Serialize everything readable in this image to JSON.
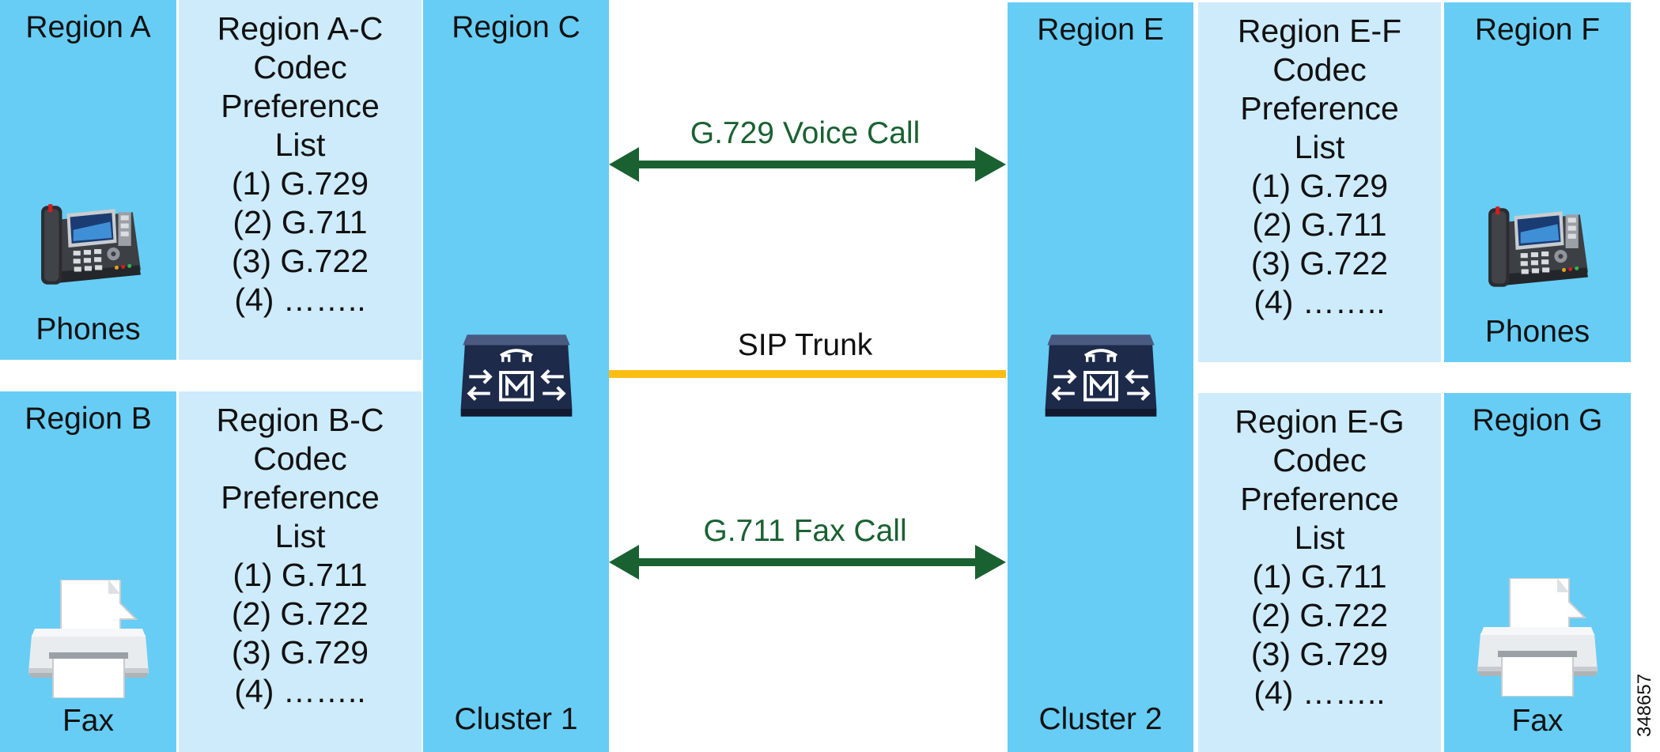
{
  "cluster1": {
    "region_a": {
      "title": "Region A",
      "device_label": "Phones"
    },
    "region_a_c": {
      "lines": [
        "Region A-C",
        "Codec",
        "Preference",
        "List",
        "(1) G.729",
        "(2) G.711",
        "(3) G.722",
        "(4) …….."
      ]
    },
    "region_b": {
      "title": "Region B",
      "device_label": "Fax"
    },
    "region_b_c": {
      "lines": [
        "Region B-C",
        "Codec",
        "Preference",
        "List",
        "(1) G.711",
        "(2) G.722",
        "(3) G.729",
        "(4) …….."
      ]
    },
    "region_c": {
      "title": "Region C",
      "cluster_label": "Cluster 1"
    }
  },
  "cluster2": {
    "region_e": {
      "title": "Region E",
      "cluster_label": "Cluster 2"
    },
    "region_e_f": {
      "lines": [
        "Region E-F",
        "Codec",
        "Preference",
        "List",
        "(1) G.729",
        "(2) G.711",
        "(3) G.722",
        "(4) …….."
      ]
    },
    "region_f": {
      "title": "Region F",
      "device_label": "Phones"
    },
    "region_e_g": {
      "lines": [
        "Region E-G",
        "Codec",
        "Preference",
        "List",
        "(1) G.711",
        "(2) G.722",
        "(3) G.729",
        "(4) …….."
      ]
    },
    "region_g": {
      "title": "Region G",
      "device_label": "Fax"
    }
  },
  "connections": {
    "voice_call": "G.729 Voice Call",
    "sip_trunk": "SIP Trunk",
    "fax_call": "G.711 Fax Call"
  },
  "figure_id": "348657",
  "colors": {
    "region_dark": "#67cdf5",
    "region_light": "#cdebfb",
    "call_arrow": "#1a6132",
    "trunk_line": "#fdbd13",
    "call_text": "#1a6132"
  }
}
